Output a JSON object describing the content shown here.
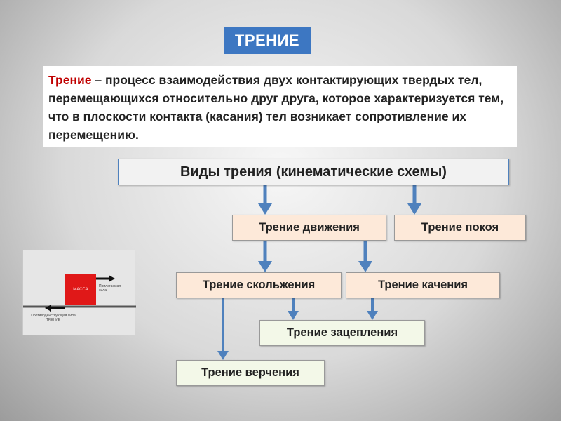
{
  "title": "ТРЕНИЕ",
  "definition": {
    "term": "Трение",
    "text": " – процесс взаимодействия двух контактирующих твердых тел, перемещающихся относительно друг друга, которое характеризуется тем, что в плоскости контакта (касания) тел возникает сопротивление их перемещению."
  },
  "diagram": {
    "root": "Виды трения (кинематические схемы)",
    "motion": "Трение движения",
    "rest": "Трение покоя",
    "sliding": "Трение скольжения",
    "rolling": "Трение качения",
    "gripping": "Трение зацепления",
    "spinning": "Трение верчения"
  },
  "figure": {
    "mass_label": "МАССА",
    "applied_force": "Прилагаемая сила",
    "opposing_force": "Противодействующая сила ТРЕНИЕ"
  },
  "colors": {
    "title_bg": "#3d77c2",
    "term": "#c00000",
    "arrow": "#4f81bd",
    "peach_box": "#fde9d9",
    "mint_box": "#f3f8e8",
    "mass_block": "#e01818"
  }
}
